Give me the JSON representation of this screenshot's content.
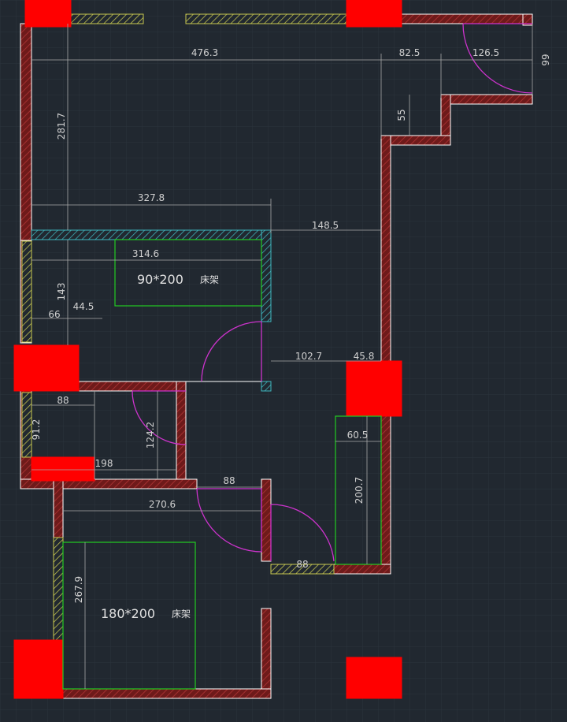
{
  "colors": {
    "background": "#212830",
    "grid": "#2d3540",
    "wall": "#7a1d1d",
    "wall_outline": "#ffffff",
    "column": "#ff0000",
    "door": "#cc33cc",
    "dimension": "#c8c8c8",
    "bed": "#22cc22",
    "window_yellow": "#c8c850",
    "partition_cyan": "#3fb8c0"
  },
  "dimensions": {
    "d476_3": "476.3",
    "d82_5": "82.5",
    "d126_5": "126.5",
    "d99": "99",
    "d55": "55",
    "d281_7": "281.7",
    "d327_8": "327.8",
    "d148_5": "148.5",
    "d314_6": "314.6",
    "d143": "143",
    "d44_5": "44.5",
    "d66": "66",
    "d102_7": "102.7",
    "d45_8": "45.8",
    "d88_a": "88",
    "d91_2": "91.2",
    "d124_2": "124.2",
    "d198": "198",
    "d88_b": "88",
    "d60_5": "60.5",
    "d270_6": "270.6",
    "d200_7": "200.7",
    "d88_c": "88",
    "d267_9": "267.9"
  },
  "beds": {
    "small": {
      "size": "90*200",
      "label": "床架"
    },
    "large": {
      "size": "180*200",
      "label": "床架"
    }
  }
}
